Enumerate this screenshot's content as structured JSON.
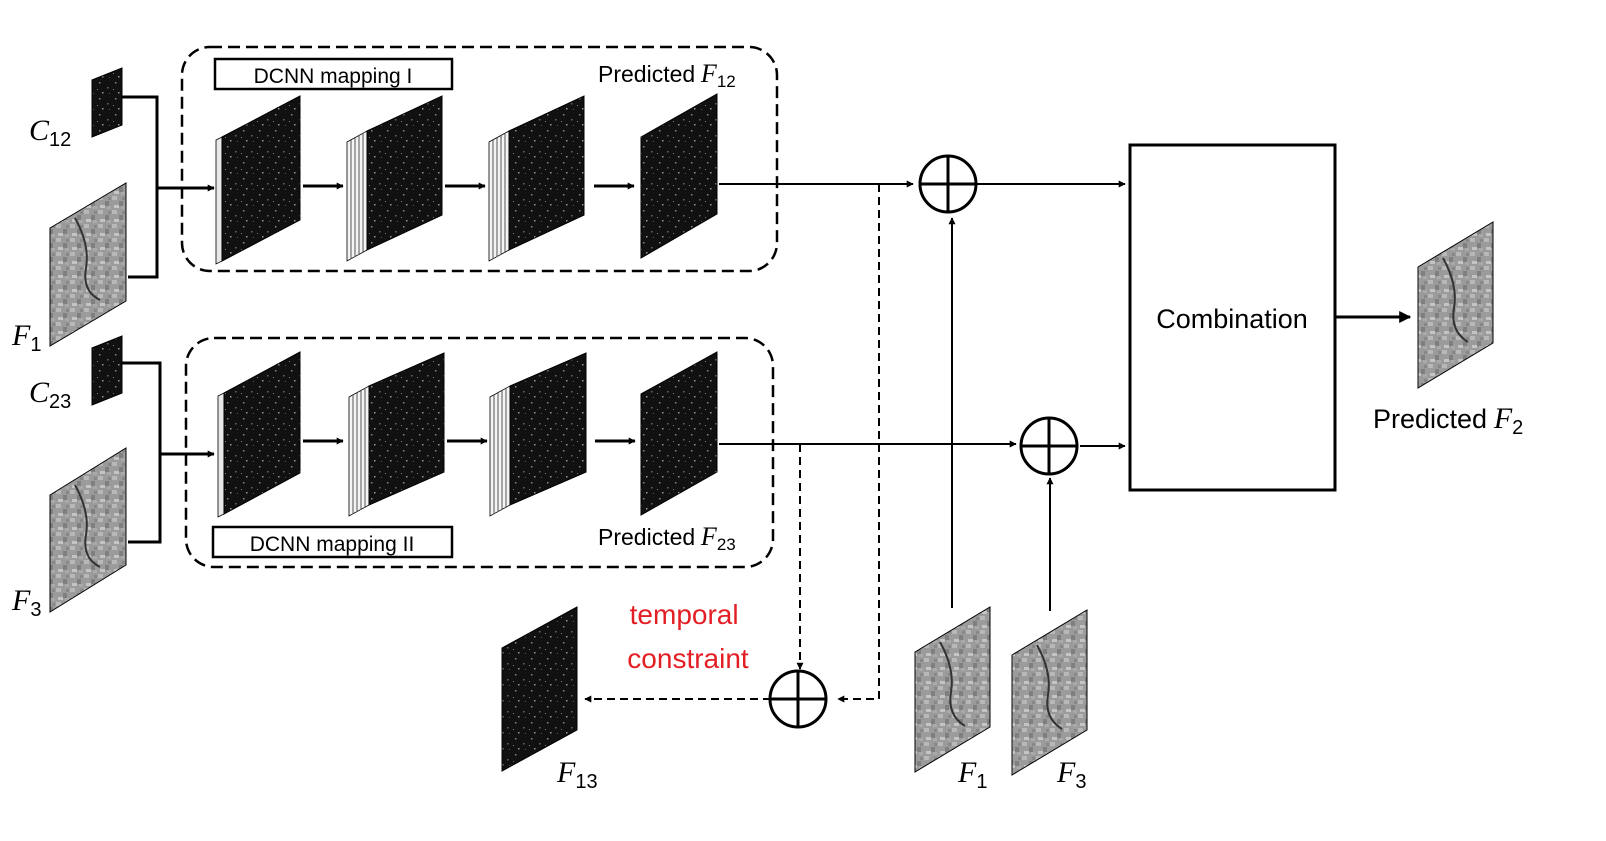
{
  "diagram": {
    "top_branch": {
      "box_label": "DCNN mapping I",
      "coarse_input": {
        "sym": "C",
        "sub": "12"
      },
      "fine_input": {
        "sym": "F",
        "sub": "1"
      },
      "output_prefix": "Predicted",
      "output": {
        "sym": "F",
        "sub": "12"
      }
    },
    "bottom_branch": {
      "box_label": "DCNN mapping II",
      "coarse_input": {
        "sym": "C",
        "sub": "23"
      },
      "fine_input": {
        "sym": "F",
        "sub": "3"
      },
      "output_prefix": "Predicted",
      "output": {
        "sym": "F",
        "sub": "23"
      }
    },
    "combination_label": "Combination",
    "final_output_prefix": "Predicted",
    "final_output": {
      "sym": "F",
      "sub": "2"
    },
    "constraint_line1": "temporal",
    "constraint_line2": "constraint",
    "constraint_color": "#e31e24",
    "constraint_output": {
      "sym": "F",
      "sub": "13"
    },
    "ref_images": [
      {
        "sym": "F",
        "sub": "1"
      },
      {
        "sym": "F",
        "sub": "3"
      }
    ]
  }
}
